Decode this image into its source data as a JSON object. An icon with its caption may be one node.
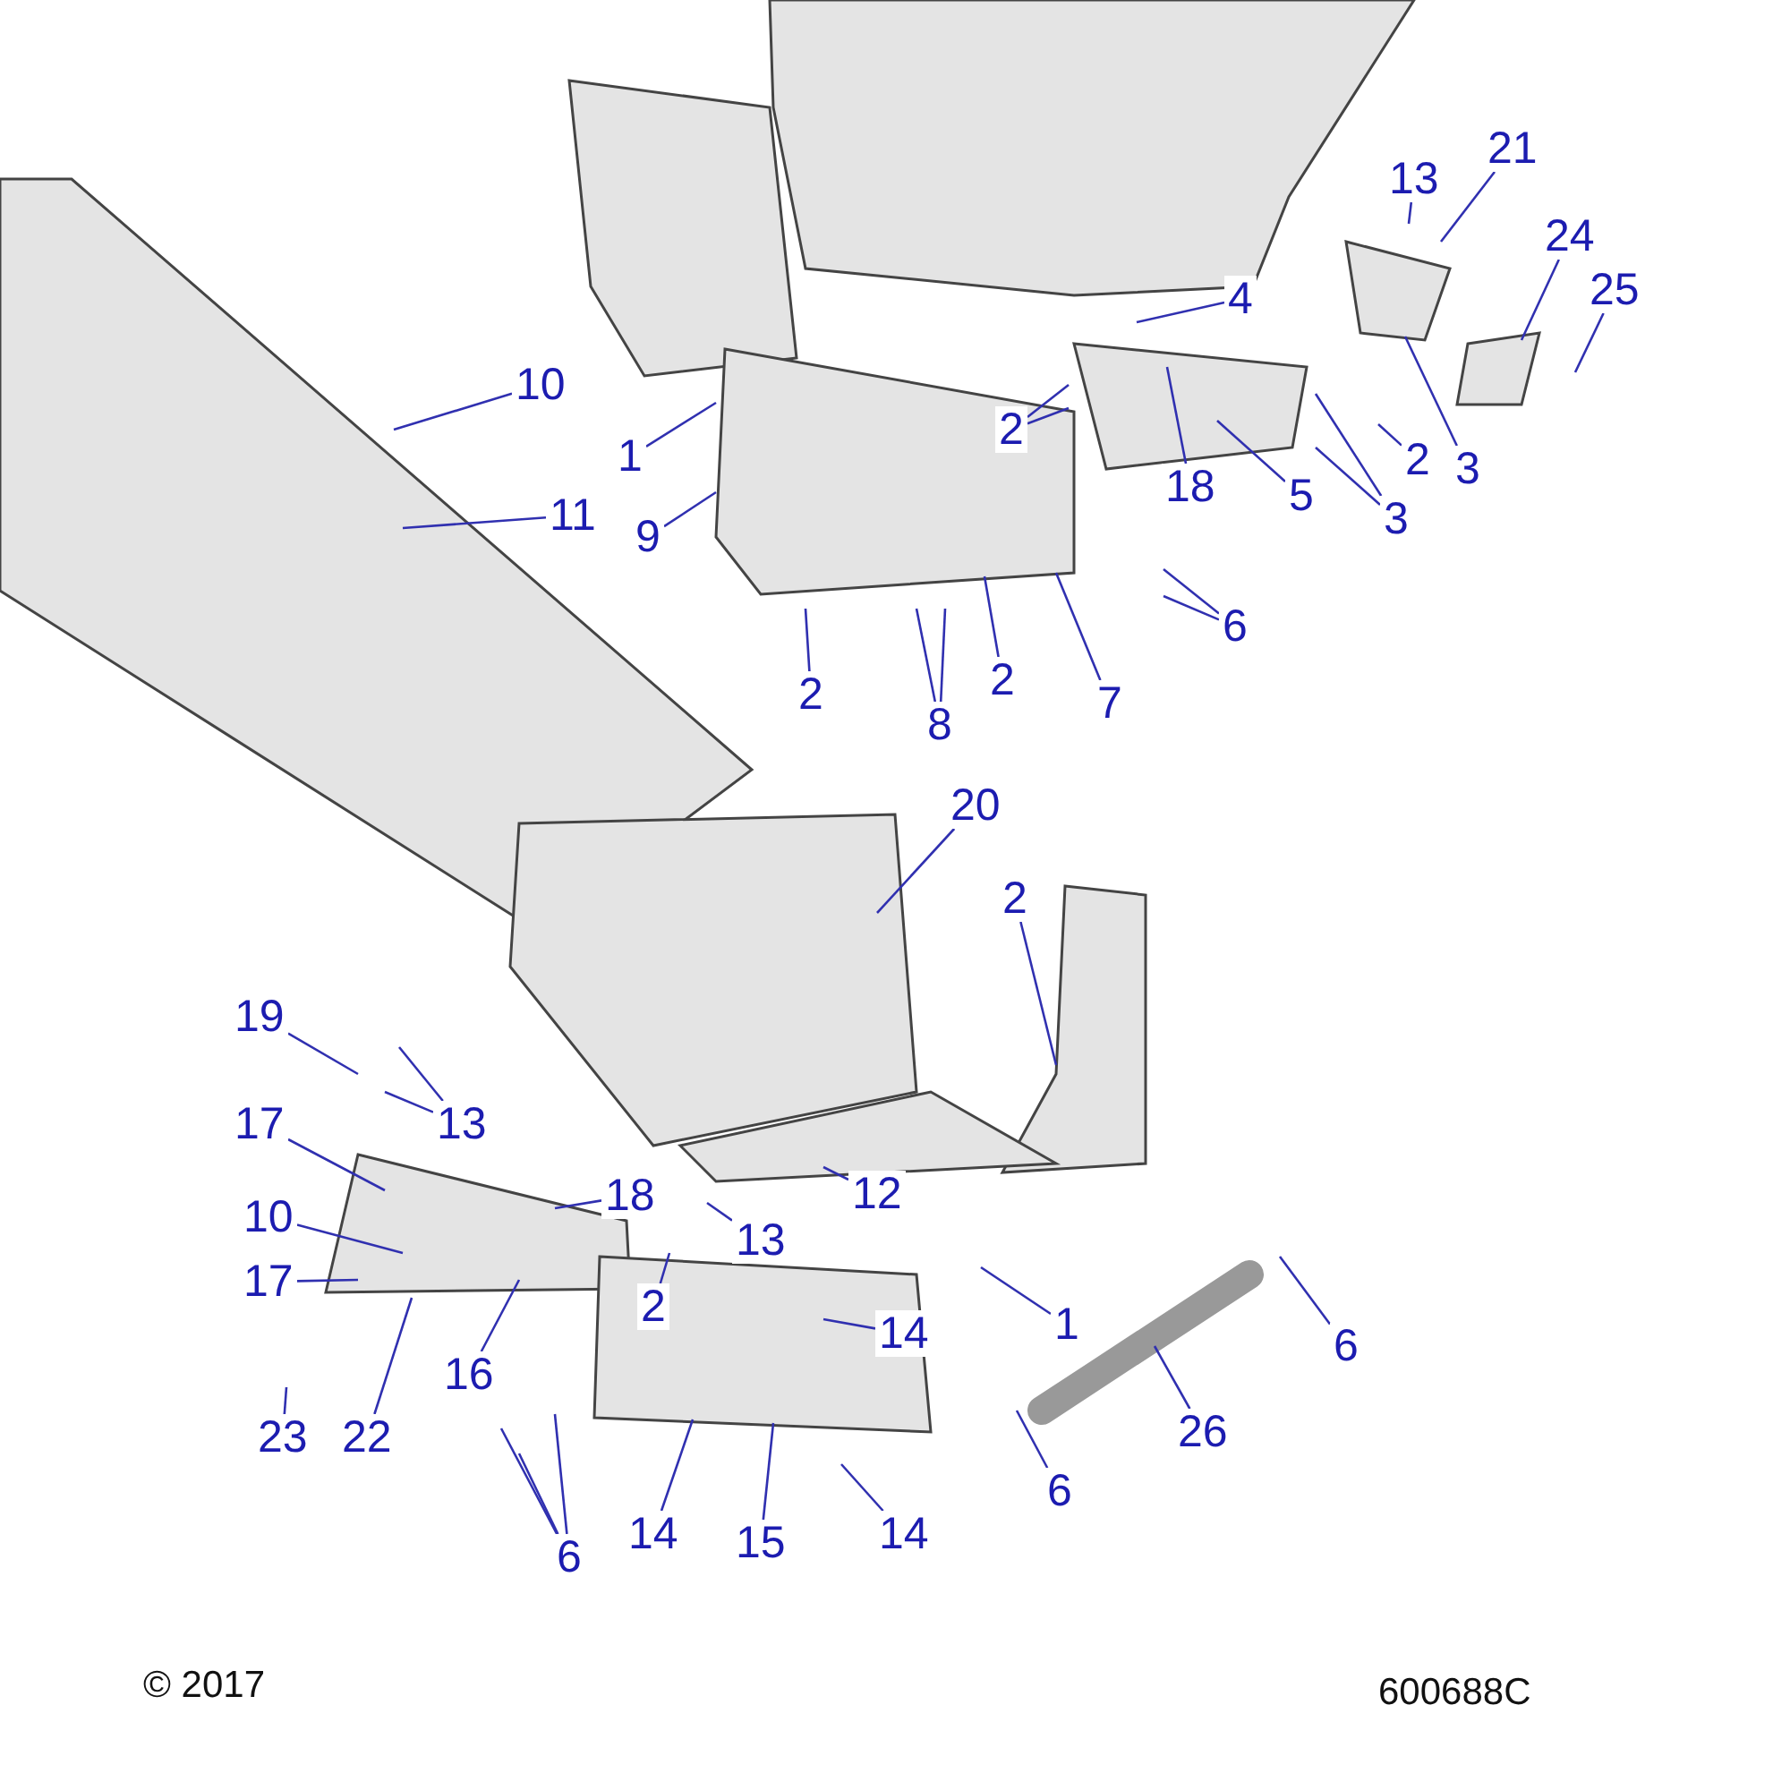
{
  "diagram": {
    "nodes": [
      {
        "text": [
          "10"
        ]
      },
      {
        "text": [
          "1"
        ]
      },
      {
        "text": [
          "11"
        ]
      },
      {
        "text": [
          "9"
        ]
      },
      {
        "text": [
          "13"
        ]
      },
      {
        "text": [
          "21"
        ]
      },
      {
        "text": [
          "24"
        ]
      },
      {
        "text": [
          "25"
        ]
      },
      {
        "text": [
          "4"
        ]
      },
      {
        "text": [
          "2"
        ]
      },
      {
        "text": [
          "18"
        ]
      },
      {
        "text": [
          "5"
        ]
      },
      {
        "text": [
          "2"
        ]
      },
      {
        "text": [
          "3"
        ]
      },
      {
        "text": [
          "3"
        ]
      },
      {
        "text": [
          "6"
        ]
      },
      {
        "text": [
          "2"
        ]
      },
      {
        "text": [
          "8"
        ]
      },
      {
        "text": [
          "2"
        ]
      },
      {
        "text": [
          "7"
        ]
      },
      {
        "text": [
          "20"
        ]
      },
      {
        "text": [
          "2"
        ]
      },
      {
        "text": [
          "19"
        ]
      },
      {
        "text": [
          "13"
        ]
      },
      {
        "text": [
          "17"
        ]
      },
      {
        "text": [
          "10"
        ]
      },
      {
        "text": [
          "17"
        ]
      },
      {
        "text": [
          "18"
        ]
      },
      {
        "text": [
          "13"
        ]
      },
      {
        "text": [
          "12"
        ]
      },
      {
        "text": [
          "2"
        ]
      },
      {
        "text": [
          "16"
        ]
      },
      {
        "text": [
          "23"
        ]
      },
      {
        "text": [
          "22"
        ]
      },
      {
        "text": [
          "14"
        ]
      },
      {
        "text": [
          "1"
        ]
      },
      {
        "text": [
          "6"
        ]
      },
      {
        "text": [
          "26"
        ]
      },
      {
        "text": [
          "6"
        ]
      },
      {
        "text": [
          "6"
        ]
      },
      {
        "text": [
          "14"
        ]
      },
      {
        "text": [
          "15"
        ]
      },
      {
        "text": [
          "14"
        ]
      }
    ],
    "edges": [
      {
        "from": 0,
        "to": null,
        "arrow": "none"
      },
      {
        "from": 1,
        "to": null,
        "arrow": "none"
      },
      {
        "from": 2,
        "to": null,
        "arrow": "none"
      },
      {
        "from": 3,
        "to": null,
        "arrow": "none"
      },
      {
        "from": 4,
        "to": null,
        "arrow": "none"
      },
      {
        "from": 5,
        "to": null,
        "arrow": "none"
      },
      {
        "from": 6,
        "to": null,
        "arrow": "none"
      },
      {
        "from": 7,
        "to": null,
        "arrow": "none"
      },
      {
        "from": 8,
        "to": null,
        "arrow": "none"
      },
      {
        "from": 9,
        "to": null,
        "arrow": "none"
      },
      {
        "from": 9,
        "to": null,
        "arrow": "none"
      },
      {
        "from": 10,
        "to": null,
        "arrow": "none"
      },
      {
        "from": 11,
        "to": null,
        "arrow": "none"
      },
      {
        "from": 12,
        "to": null,
        "arrow": "none"
      },
      {
        "from": 13,
        "to": null,
        "arrow": "none"
      },
      {
        "from": 14,
        "to": null,
        "arrow": "none"
      },
      {
        "from": 14,
        "to": null,
        "arrow": "none"
      },
      {
        "from": 15,
        "to": null,
        "arrow": "none"
      },
      {
        "from": 15,
        "to": null,
        "arrow": "none"
      },
      {
        "from": 16,
        "to": null,
        "arrow": "none"
      },
      {
        "from": 17,
        "to": null,
        "arrow": "none"
      },
      {
        "from": 17,
        "to": null,
        "arrow": "none"
      },
      {
        "from": 18,
        "to": null,
        "arrow": "none"
      },
      {
        "from": 19,
        "to": null,
        "arrow": "none"
      },
      {
        "from": 20,
        "to": null,
        "arrow": "none"
      },
      {
        "from": 21,
        "to": null,
        "arrow": "none"
      },
      {
        "from": 22,
        "to": null,
        "arrow": "none"
      },
      {
        "from": 23,
        "to": null,
        "arrow": "none"
      },
      {
        "from": 23,
        "to": null,
        "arrow": "none"
      },
      {
        "from": 24,
        "to": null,
        "arrow": "none"
      },
      {
        "from": 25,
        "to": null,
        "arrow": "none"
      },
      {
        "from": 26,
        "to": null,
        "arrow": "none"
      },
      {
        "from": 27,
        "to": null,
        "arrow": "none"
      },
      {
        "from": 28,
        "to": null,
        "arrow": "none"
      },
      {
        "from": 29,
        "to": null,
        "arrow": "none"
      },
      {
        "from": 30,
        "to": null,
        "arrow": "none"
      },
      {
        "from": 31,
        "to": null,
        "arrow": "none"
      },
      {
        "from": 32,
        "to": null,
        "arrow": "none"
      },
      {
        "from": 33,
        "to": null,
        "arrow": "none"
      },
      {
        "from": 34,
        "to": null,
        "arrow": "none"
      },
      {
        "from": 35,
        "to": null,
        "arrow": "none"
      },
      {
        "from": 36,
        "to": null,
        "arrow": "none"
      },
      {
        "from": 37,
        "to": null,
        "arrow": "none"
      },
      {
        "from": 38,
        "to": null,
        "arrow": "none"
      },
      {
        "from": 39,
        "to": null,
        "arrow": "none"
      },
      {
        "from": 39,
        "to": null,
        "arrow": "none"
      },
      {
        "from": 39,
        "to": null,
        "arrow": "none"
      },
      {
        "from": 40,
        "to": null,
        "arrow": "none"
      },
      {
        "from": 41,
        "to": null,
        "arrow": "none"
      },
      {
        "from": 42,
        "to": null,
        "arrow": "none"
      }
    ],
    "labels": [
      "© 2017",
      "600688C"
    ]
  }
}
